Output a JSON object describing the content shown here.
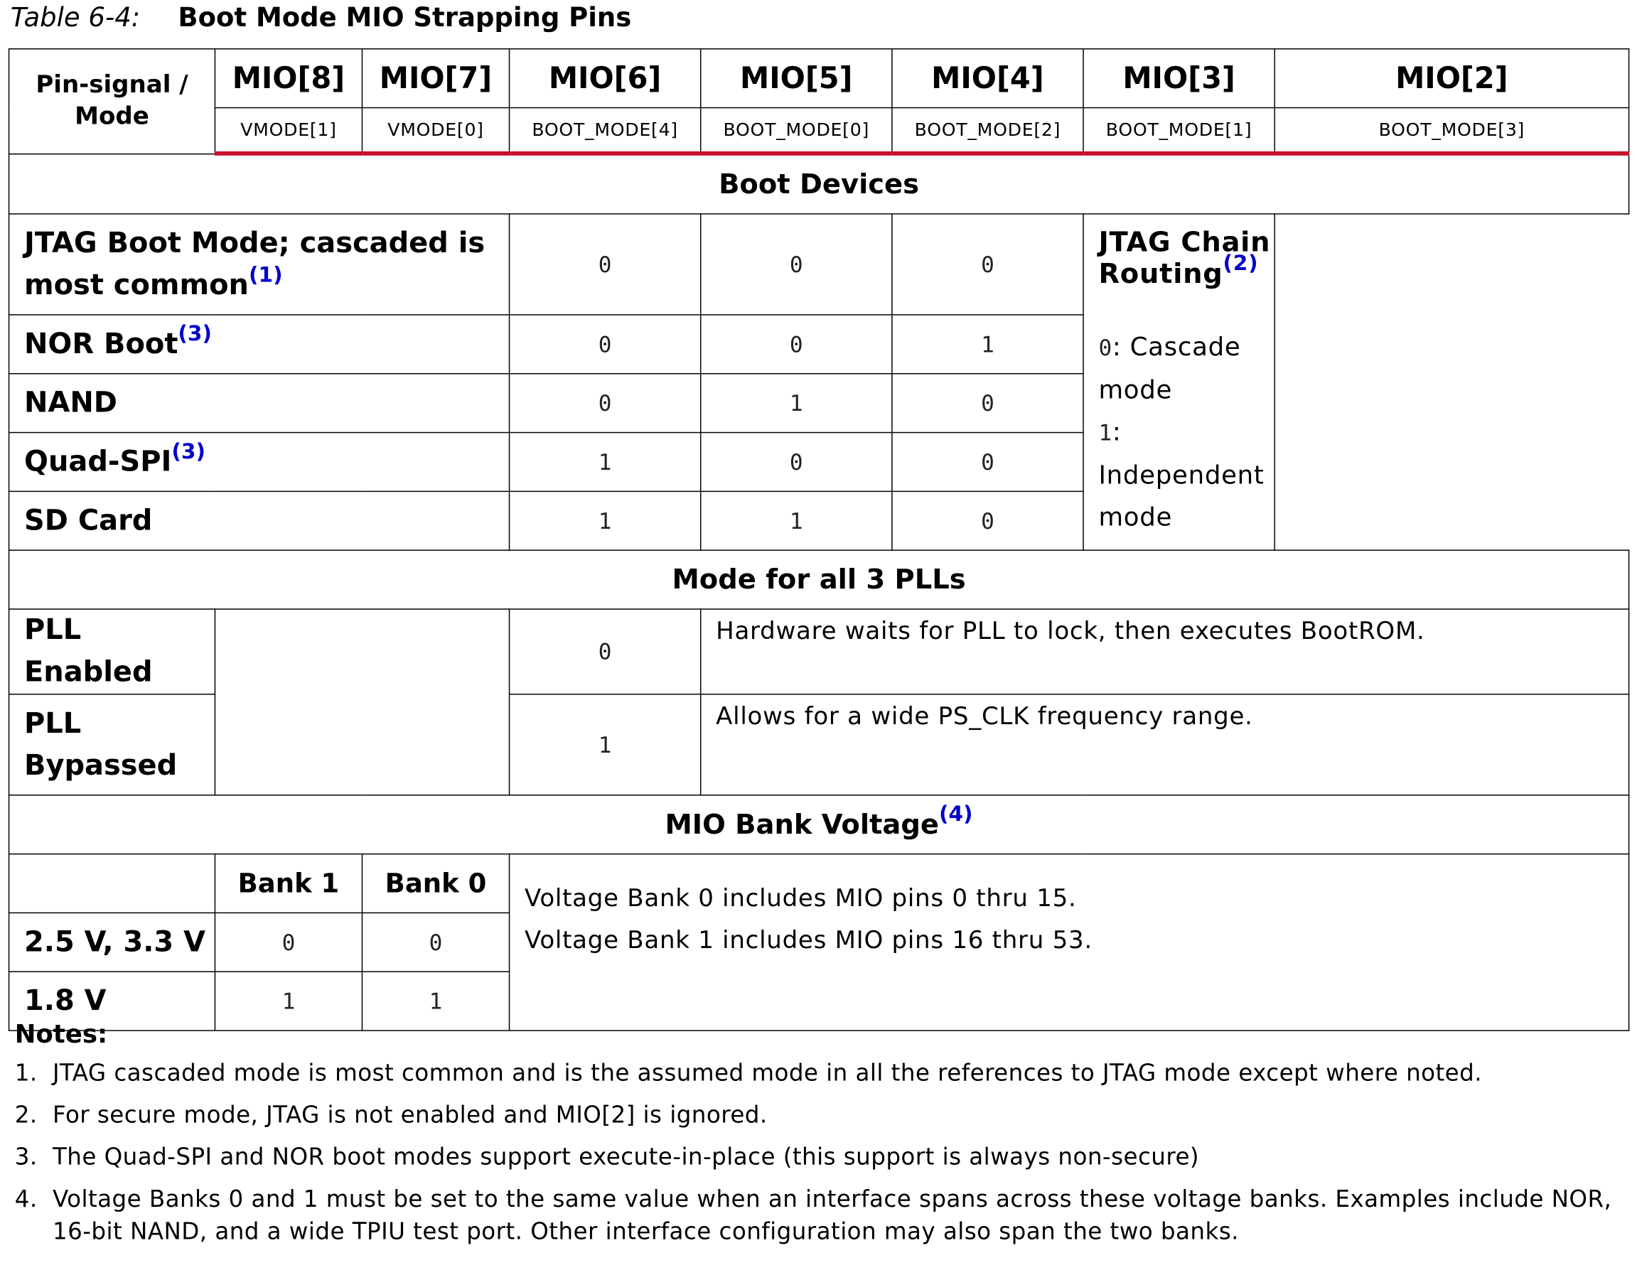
{
  "caption": {
    "number": "Table 6-4:",
    "title": "Boot Mode MIO Strapping Pins"
  },
  "header": {
    "pin_signal": "Pin-signal / Mode",
    "columns": [
      {
        "pin": "MIO[8]",
        "signal": "VMODE[1]"
      },
      {
        "pin": "MIO[7]",
        "signal": "VMODE[0]"
      },
      {
        "pin": "MIO[6]",
        "signal": "BOOT_MODE[4]"
      },
      {
        "pin": "MIO[5]",
        "signal": "BOOT_MODE[0]"
      },
      {
        "pin": "MIO[4]",
        "signal": "BOOT_MODE[2]"
      },
      {
        "pin": "MIO[3]",
        "signal": "BOOT_MODE[1]"
      },
      {
        "pin": "MIO[2]",
        "signal": "BOOT_MODE[3]"
      }
    ]
  },
  "boot_devices": {
    "title": "Boot Devices",
    "rows": [
      {
        "label": "JTAG Boot Mode; cascaded is most common",
        "footnote": "(1)",
        "mio5": "0",
        "mio4": "0",
        "mio3": "0"
      },
      {
        "label": "NOR Boot",
        "footnote": "(3)",
        "mio5": "0",
        "mio4": "0",
        "mio3": "1"
      },
      {
        "label": "NAND",
        "footnote": "",
        "mio5": "0",
        "mio4": "1",
        "mio3": "0"
      },
      {
        "label": "Quad-SPI",
        "footnote": "(3)",
        "mio5": "1",
        "mio4": "0",
        "mio3": "0"
      },
      {
        "label": "SD Card",
        "footnote": "",
        "mio5": "1",
        "mio4": "1",
        "mio3": "0"
      }
    ],
    "jtag_routing": {
      "title": "JTAG Chain Routing",
      "footnote": "(2)",
      "opt0_code": "0",
      "opt0_text": ": Cascade mode",
      "opt1_code": "1",
      "opt1_text": ": Independent mode"
    }
  },
  "pll": {
    "title": "Mode for all 3 PLLs",
    "rows": [
      {
        "label": "PLL Enabled",
        "value": "0",
        "desc": "Hardware waits for PLL to lock, then executes BootROM."
      },
      {
        "label": "PLL Bypassed",
        "value": "1",
        "desc": "Allows for a wide PS_CLK frequency range."
      }
    ]
  },
  "bank_voltage": {
    "title": "MIO Bank Voltage",
    "footnote": "(4)",
    "bank1_label": "Bank 1",
    "bank0_label": "Bank 0",
    "rows": [
      {
        "label": "2.5 V, 3.3 V",
        "bank1": "0",
        "bank0": "0"
      },
      {
        "label": "1.8 V",
        "bank1": "1",
        "bank0": "1"
      }
    ],
    "desc_line1": "Voltage Bank 0 includes MIO pins 0 thru 15.",
    "desc_line2": "Voltage Bank 1 includes MIO pins 16 thru 53."
  },
  "notes": {
    "title": "Notes:",
    "items": [
      {
        "n": "1.",
        "text": "JTAG cascaded mode is most common and is the assumed mode in all the references to JTAG mode except where noted."
      },
      {
        "n": "2.",
        "text": "For secure mode, JTAG is not enabled and MIO[2] is ignored."
      },
      {
        "n": "3.",
        "text": "The Quad-SPI and NOR boot modes support execute-in-place (this support is always non-secure)"
      },
      {
        "n": "4.",
        "text": "Voltage Banks 0 and 1 must be set to the same value when an interface spans across these voltage banks. Examples include NOR, 16-bit NAND, and a wide TPIU test port. Other interface configuration may also span the two banks."
      }
    ]
  }
}
